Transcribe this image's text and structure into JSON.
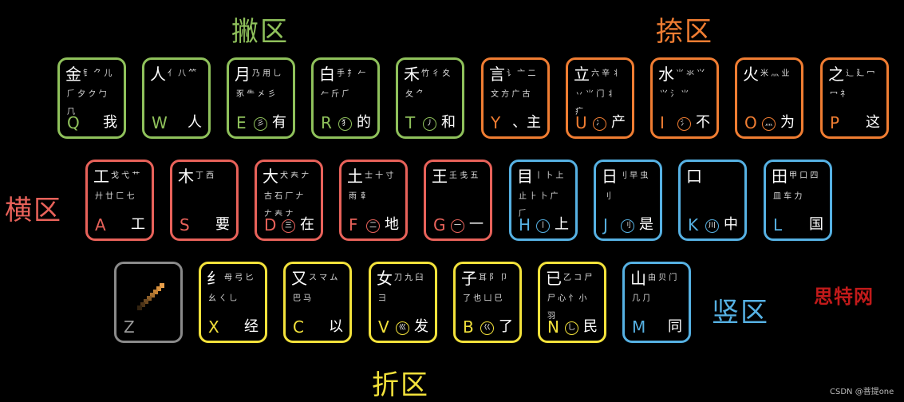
{
  "zones": {
    "pie": {
      "title": "撇区",
      "color": "#8fc15b"
    },
    "na": {
      "title": "捺区",
      "color": "#f07d32"
    },
    "heng": {
      "title": "横区",
      "color": "#e8625a"
    },
    "shu": {
      "title": "竖区",
      "color": "#56b1e3"
    },
    "zhe": {
      "title": "折区",
      "color": "#f3e23b"
    }
  },
  "colors": {
    "gray": "#8a8a8a",
    "background": "#000000"
  },
  "keys": {
    "Q": {
      "letter": "Q",
      "big": "金",
      "line1": "钅 ⺈ 儿",
      "line2": "𠂆 夕 ク 勹",
      "line3": "⺇",
      "circle": "",
      "word": "我"
    },
    "W": {
      "letter": "W",
      "big": "人",
      "line1": "亻 八 ⺮",
      "line2": "",
      "line3": "",
      "circle": "",
      "word": "人"
    },
    "E": {
      "letter": "E",
      "big": "月",
      "line1": "乃 用 ⺃",
      "line2": "豕 ⺧ 㐅 彡",
      "line3": "",
      "circle": "彡",
      "word": "有"
    },
    "R": {
      "letter": "R",
      "big": "白",
      "line1": "手 扌 𠂉",
      "line2": "𠂉 斤 ⺁",
      "line3": "",
      "circle": "⺨",
      "word": "的"
    },
    "T": {
      "letter": "T",
      "big": "禾",
      "line1": "竹 彳 夊",
      "line2": "夂 ⺈",
      "line3": "",
      "circle": "丿",
      "word": "和"
    },
    "Y": {
      "letter": "Y",
      "big": "言",
      "line1": "讠 亠 二",
      "line2": "文 方 广 古",
      "line3": "",
      "circle": "",
      "word": "、主"
    },
    "U": {
      "letter": "U",
      "big": "立",
      "line1": "六 辛 丬",
      "line2": "丷 ⺌ 门 丬",
      "line3": "疒",
      "circle": "冫",
      "word": "产"
    },
    "I": {
      "letter": "I",
      "big": "水",
      "line1": "⺌ 氺 ⺍",
      "line2": "⺍ 氵 ⺌",
      "line3": "",
      "circle": "氵",
      "word": "不"
    },
    "O": {
      "letter": "O",
      "big": "火",
      "line1": "米 灬 业",
      "line2": "",
      "line3": "",
      "circle": "灬",
      "word": "为"
    },
    "P": {
      "letter": "P",
      "big": "之",
      "line1": "辶 廴 冖",
      "line2": "冖 礻",
      "line3": "",
      "circle": "",
      "word": "这"
    },
    "A": {
      "letter": "A",
      "big": "工",
      "line1": "戈 弋 艹",
      "line2": "廾 廿 匚 七",
      "line3": "",
      "circle": "",
      "word": "工"
    },
    "S": {
      "letter": "S",
      "big": "木",
      "line1": "丁 西",
      "line2": "",
      "line3": "",
      "circle": "",
      "word": "要"
    },
    "D": {
      "letter": "D",
      "big": "大",
      "line1": "犬 𡗗 𠂇",
      "line2": "古 石 厂 𠂇",
      "line3": "𠂇 𡗗 ナ",
      "circle": "三",
      "word": "在"
    },
    "F": {
      "letter": "F",
      "big": "土",
      "line1": "士 十 寸",
      "line2": "雨 𠦝",
      "line3": "",
      "circle": "二",
      "word": "地"
    },
    "G": {
      "letter": "G",
      "big": "王",
      "line1": "𡈼 戋 五",
      "line2": "",
      "line3": "",
      "circle": "一",
      "word": "一"
    },
    "H": {
      "letter": "H",
      "big": "目",
      "line1": "丨 卜 上",
      "line2": "止 ⺊ 卜 广",
      "line3": "𠂆",
      "circle": "丨",
      "word": "上"
    },
    "J": {
      "letter": "J",
      "big": "日",
      "line1": "刂 早 虫",
      "line2": "刂",
      "line3": "",
      "circle": "刂",
      "word": "是"
    },
    "K": {
      "letter": "K",
      "big": "口",
      "line1": "",
      "line2": "",
      "line3": "",
      "circle": "川",
      "word": "中"
    },
    "L": {
      "letter": "L",
      "big": "田",
      "line1": "甲 口 四",
      "line2": "皿 车 力",
      "line3": "",
      "circle": "",
      "word": "国"
    },
    "Z": {
      "letter": "Z",
      "big": "",
      "line1": "",
      "line2": "",
      "line3": "",
      "circle": "",
      "word": ""
    },
    "X": {
      "letter": "X",
      "big": "纟",
      "line1": "母 弓 匕",
      "line2": "幺 ㄑ 乚",
      "line3": "",
      "circle": "",
      "word": "经"
    },
    "C": {
      "letter": "C",
      "big": "又",
      "line1": "ス マ ム",
      "line2": "巴 马",
      "line3": "",
      "circle": "",
      "word": "以"
    },
    "V": {
      "letter": "V",
      "big": "女",
      "line1": "刀 九 臼",
      "line2": "彐",
      "line3": "",
      "circle": "巛",
      "word": "发"
    },
    "B": {
      "letter": "B",
      "big": "子",
      "line1": "耳 阝 卩",
      "line2": "了 也 凵 巳",
      "line3": "",
      "circle": "巜",
      "word": "了"
    },
    "N": {
      "letter": "N",
      "big": "已",
      "line1": "乙 コ 尸",
      "line2": "尸 心 忄 小",
      "line3": "羽",
      "circle": "乚",
      "word": "民"
    },
    "M": {
      "letter": "M",
      "big": "山",
      "line1": "由 贝 门",
      "line2": "几 ⺆",
      "line3": "",
      "circle": "",
      "word": "同"
    }
  },
  "watermarks": {
    "brand": "思特网",
    "credit": "CSDN @菩提one"
  }
}
